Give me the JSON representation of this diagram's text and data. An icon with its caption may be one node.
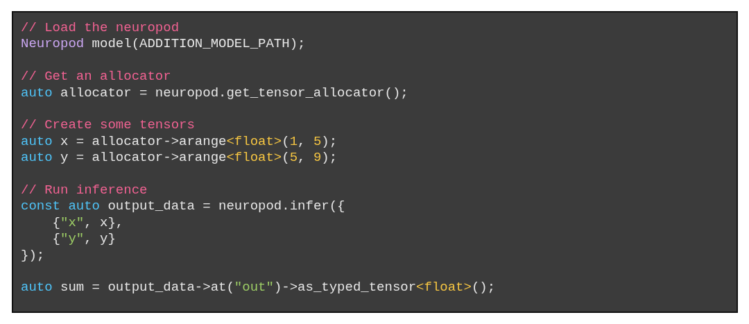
{
  "diagram": {
    "labels": [
      "// Load the neuropod",
      "Neuropod model(ADDITION_MODEL_PATH);",
      "// Get an allocator",
      "auto allocator = neuropod.get_tensor_allocator();",
      "// Create some tensors",
      "auto x = allocator->arange<float>(1, 5);",
      "auto y = allocator->arange<float>(5, 9);",
      "// Run inference",
      "const auto output_data = neuropod.infer({",
      "{\"x\", x},",
      "{\"y\", y}",
      "});",
      "auto sum = output_data->at(\"out\")->as_typed_tensor<float>();"
    ]
  }
}
